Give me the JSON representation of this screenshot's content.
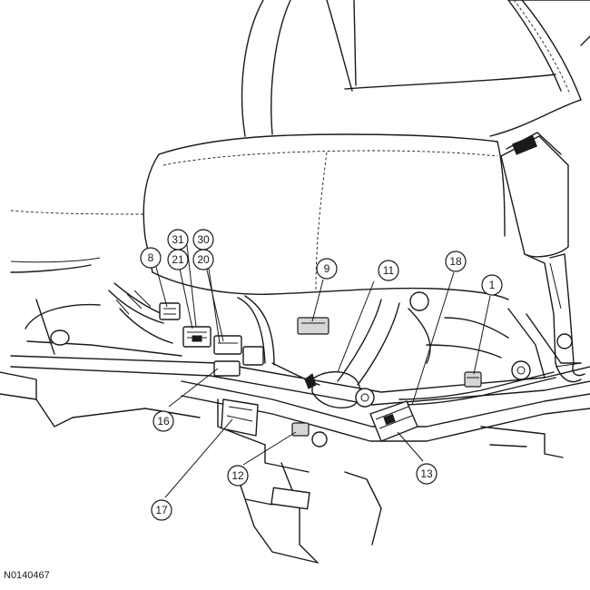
{
  "figure_id": "N0140467",
  "callouts": [
    {
      "id": "c31",
      "label": "31"
    },
    {
      "id": "c30",
      "label": "30"
    },
    {
      "id": "c8",
      "label": "8"
    },
    {
      "id": "c21",
      "label": "21"
    },
    {
      "id": "c20",
      "label": "20"
    },
    {
      "id": "c9",
      "label": "9"
    },
    {
      "id": "c11",
      "label": "11"
    },
    {
      "id": "c18",
      "label": "18"
    },
    {
      "id": "c1",
      "label": "1"
    },
    {
      "id": "c16",
      "label": "16"
    },
    {
      "id": "c12",
      "label": "12"
    },
    {
      "id": "c13",
      "label": "13"
    },
    {
      "id": "c17",
      "label": "17"
    }
  ]
}
